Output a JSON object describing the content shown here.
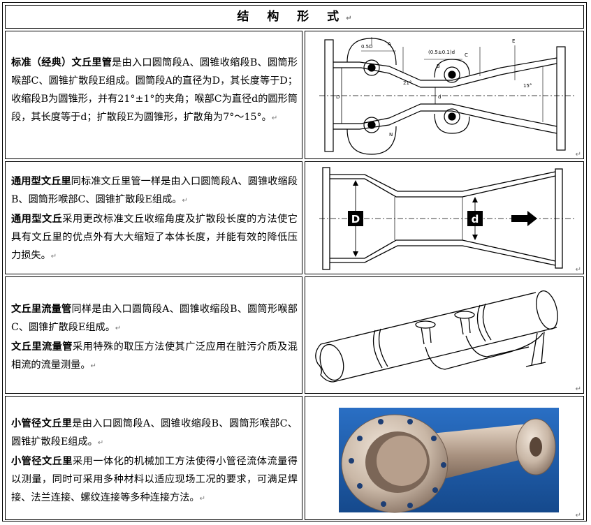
{
  "header": {
    "title": "结 构 形 式"
  },
  "rows": [
    {
      "p1_bold": "标准（经典）文丘里管",
      "p1_text": "是由入口圆筒段A、圆锥收缩段B、圆筒形喉部C、圆锥扩散段E组成。圆筒段A的直径为D，其长度等于D；收缩段B为圆锥形，并有21°±1°的夹角；喉部C为直径d的圆形筒段，其长度等于d；扩散段E为圆锥形，扩散角为7°～15°。",
      "figure": "classic-venturi-drawing",
      "fig_labels": [
        "A",
        "B",
        "C",
        "E",
        "21°",
        "15°",
        "(0.5±0.1)d",
        "0.5D",
        "D",
        "d",
        "N"
      ]
    },
    {
      "p1_bold": "通用型文丘里",
      "p1_text": "同标准文丘里管一样是由入口圆筒段A、圆锥收缩段B、圆筒形喉部C、圆锥扩散段E组成。",
      "p2_bold": "通用型文丘",
      "p2_text": "采用更改标准文丘收缩角度及扩散段长度的方法使它具有文丘里的优点外有大大缩短了本体长度，并能有效的降低压力损失。",
      "figure": "universal-venturi-drawing",
      "fig_labels": [
        "D",
        "d"
      ]
    },
    {
      "p1_bold": "文丘里流量管",
      "p1_text": "同样是由入口圆筒段A、圆锥收缩段B、圆筒形喉部C、圆锥扩散段E组成。",
      "p2_bold": "文丘里流量管",
      "p2_text": "采用特殊的取压方法使其广泛应用在脏污介质及混相流的流量测量。",
      "figure": "venturi-flow-tube-sketch"
    },
    {
      "p1_bold": "小管径文丘里",
      "p1_text": "是由入口圆筒段A、圆锥收缩段B、圆筒形喉部C、圆锥扩散段E组成。",
      "p2_bold": "小管径文丘里",
      "p2_text": "采用一体化的机械加工方法使得小管径流体流量得以测量，同时可采用多种材料以适应现场工况的要求，可满足焊接、法兰连接、螺纹连接等多种连接方法。",
      "figure": "small-bore-venturi-photo"
    }
  ],
  "marks": {
    "paragraph": "↵",
    "cell_end": "↵"
  },
  "colors": {
    "border": "#000000",
    "photo_bg": "#1e5fb5",
    "steel": "#c9b7a6"
  }
}
